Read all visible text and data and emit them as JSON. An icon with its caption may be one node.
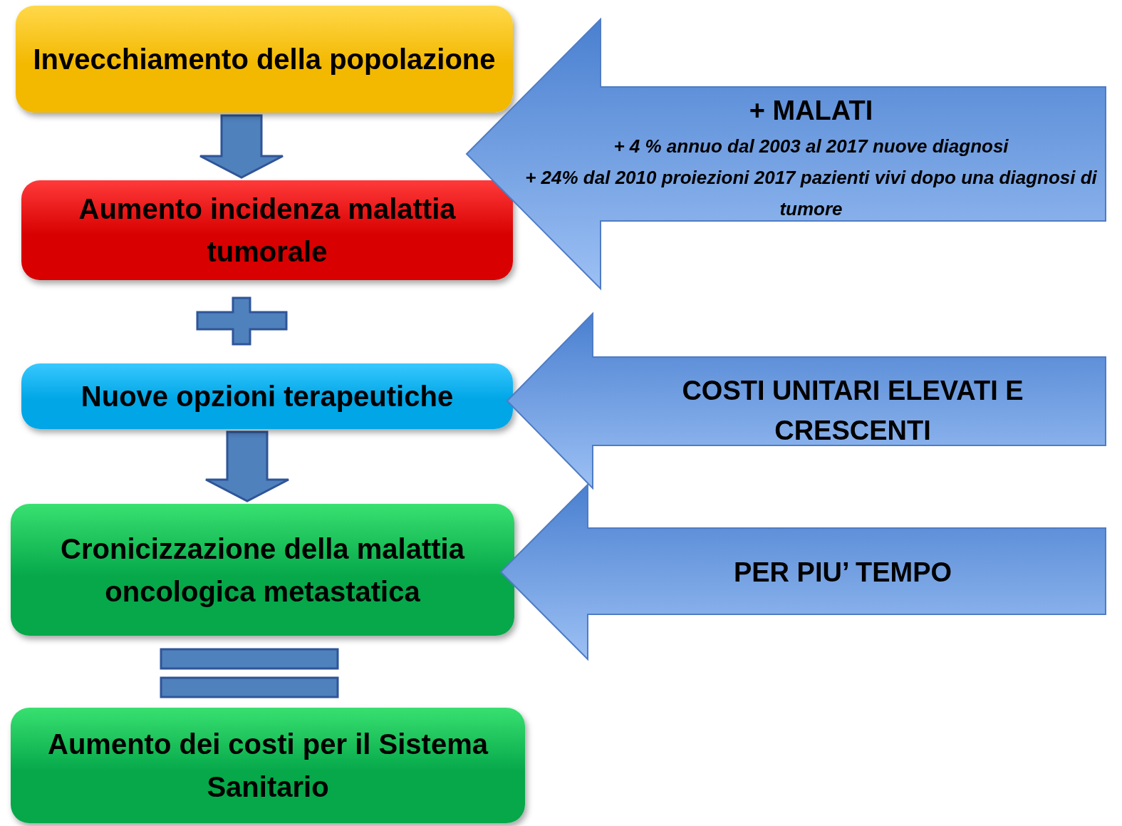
{
  "diagram": {
    "nodes": [
      {
        "text": [
          "Invecchiamento della popolazione"
        ]
      },
      {
        "text": [
          "Aumento incidenza malattia tumorale"
        ]
      },
      {
        "text": [
          "Nuove opzioni terapeutiche"
        ]
      },
      {
        "text": [
          "Cronicizzazione della malattia oncologica metastatica"
        ]
      },
      {
        "text": [
          "Aumento dei costi per il Sistema Sanitario"
        ]
      },
      {
        "text": [
          "+ MALATI",
          "+ 4 % annuo dal 2003 al 2017 nuove diagnosi",
          "+ 24% dal 2010 proiezioni 2017 pazienti vivi dopo una diagnosi di tumore"
        ]
      },
      {
        "text": [
          "COSTI UNITARI ELEVATI E CRESCENTI"
        ]
      },
      {
        "text": [
          "PER PIU’ TEMPO"
        ]
      }
    ],
    "edges": [
      {
        "from": 0,
        "to": 1,
        "arrow": "to"
      },
      {
        "from": 2,
        "to": 3,
        "arrow": "to"
      }
    ]
  }
}
